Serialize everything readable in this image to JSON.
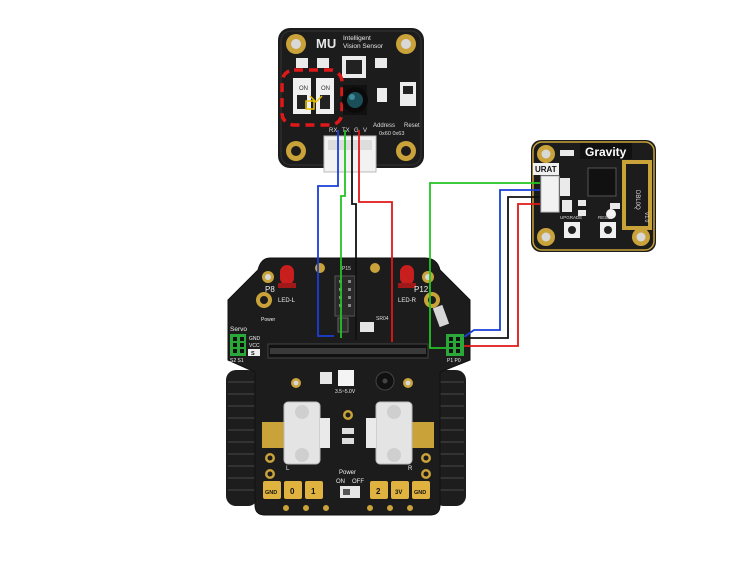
{
  "diagram": {
    "title": "",
    "colors": {
      "board_black": "#1c1c1c",
      "pcb_gold": "#c9a23a",
      "pin_gold": "#e0b340",
      "wire_blue": "#1a3fd6",
      "wire_green": "#22c422",
      "wire_black": "#111111",
      "wire_red": "#e01818",
      "highlight_red": "#e01818",
      "led_red": "#c81e1e",
      "header_green": "#2aa83a"
    },
    "vision_sensor": {
      "logo": "MU",
      "title_line1": "Intelligent",
      "title_line2": "Vision Sensor",
      "switch_on_left": "ON",
      "switch_on_right": "ON",
      "label_address": "Address",
      "label_reset": "Reset",
      "label_addr_values": "0x60 0x63",
      "pins": [
        "RX",
        "TX",
        "G",
        "V"
      ]
    },
    "gravity_module": {
      "brand": "Gravity",
      "port_label": "URAT",
      "side_label_1": "DBL0Q",
      "side_label_2": "V1.0",
      "btn_upgrade": "UPGRADE",
      "btn_reset": "RESET"
    },
    "robot": {
      "label_p8": "P8",
      "label_p12": "P12",
      "label_led_l": "LED-L",
      "label_led_r": "LED-R",
      "label_power_small": "Power",
      "label_servo": "Servo",
      "label_gnd": "GND",
      "label_vcc": "VCC",
      "label_s": "S",
      "label_s2s1": "S2 S1",
      "label_p0p1": "P1 P0",
      "label_volt": "3.5~5.0V",
      "label_power": "Power",
      "label_on": "ON",
      "label_off": "OFF",
      "label_l": "L",
      "label_r": "R",
      "pads": [
        "GND",
        "0",
        "1",
        "2",
        "3V",
        "GND"
      ],
      "label_sr04": "SR04",
      "label_p15": "P15"
    }
  }
}
